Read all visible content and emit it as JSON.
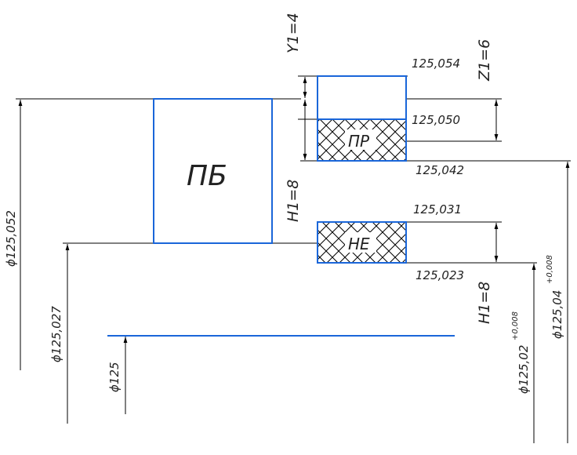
{
  "labels": {
    "pb": "ПБ",
    "pr": "ПР",
    "ne": "НЕ",
    "y1": "Y1=4",
    "z1": "Z1=6",
    "h1_left": "H1=8",
    "h1_right": "H1=8",
    "v125_054": "125,054",
    "v125_050": "125,050",
    "v125_042": "125,042",
    "v125_031": "125,031",
    "v125_023": "125,023",
    "d125_052": "ϕ125,052",
    "d125_027": "ϕ125,027",
    "d125": "ϕ125",
    "d125_02": "ϕ125,02",
    "d125_02_tol": "+0,008",
    "d125_04": "ϕ125,04",
    "d125_04_tol": "+0,008"
  },
  "colors": {
    "outline": "#1a66d9",
    "line": "#000000"
  }
}
